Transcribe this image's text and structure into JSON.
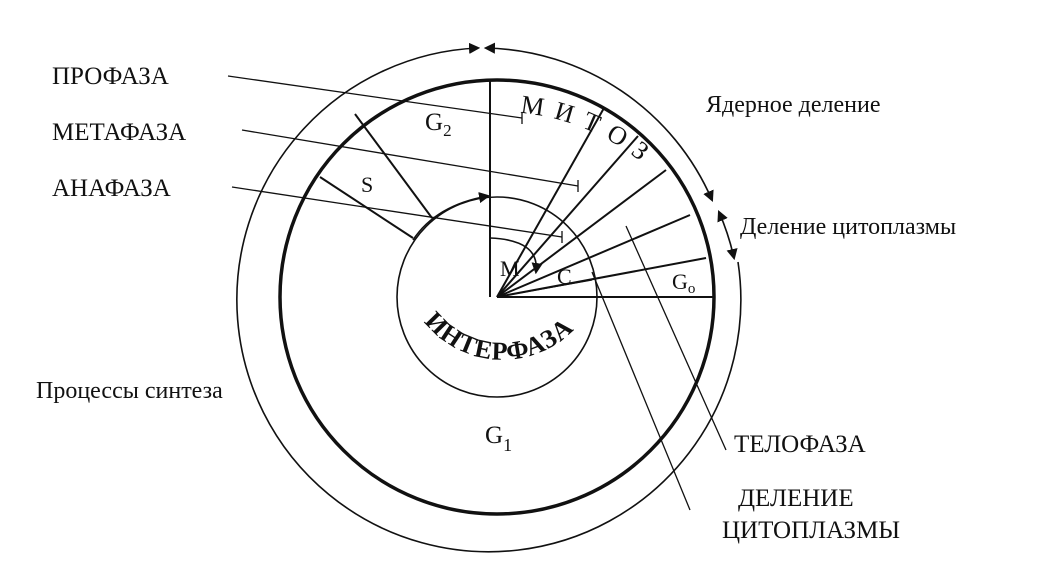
{
  "labels": {
    "prophase": "ПРОФАЗА",
    "metaphase": "МЕТАФАЗА",
    "anaphase": "АНАФАЗА",
    "telophase": "ТЕЛОФАЗА",
    "cyto_div_line1": "ДЕЛЕНИЕ",
    "cyto_div_line2": "ЦИТОПЛАЗМЫ",
    "nuclear_division": "Ядерное деление",
    "cytoplasm_division": "Деление цитоплазмы",
    "synthesis": "Процессы синтеза"
  },
  "ring": {
    "mitosis": "М И Т О З",
    "interphase": "ИНТЕРФАЗА"
  },
  "sectors": {
    "g1": "G",
    "g1_sub": "1",
    "g2": "G",
    "g2_sub": "2",
    "s": "S",
    "m": "M",
    "c": "C",
    "g0": "G",
    "g0_sub": "o"
  }
}
